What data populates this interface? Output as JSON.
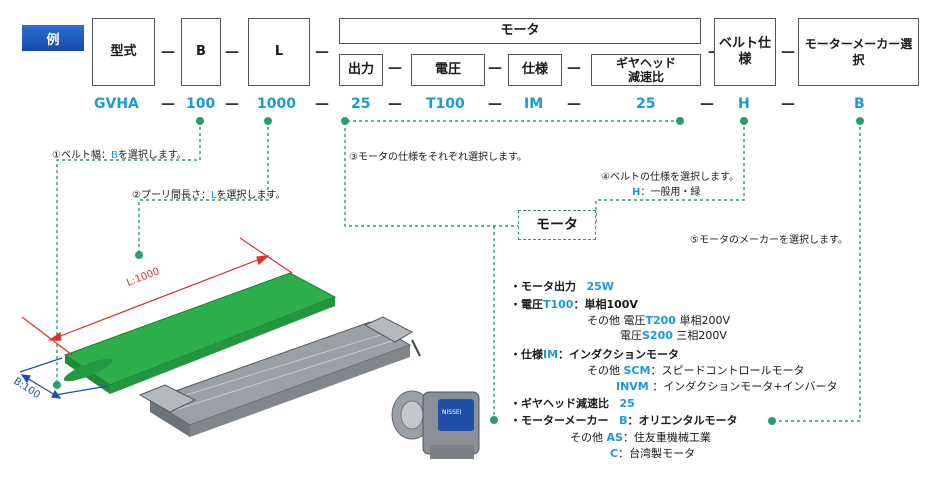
{
  "badge": "例",
  "header_boxes": {
    "model": "型式",
    "b": "B",
    "l": "L",
    "motor_group": "モータ",
    "output": "出力",
    "voltage": "電圧",
    "spec": "仕様",
    "gear_line1": "ギヤヘッド",
    "gear_line2": "減速比",
    "belt_line1": "ベルト仕",
    "belt_line2": "様",
    "maker": "モーターメーカー選択"
  },
  "dash": "—",
  "code": {
    "model": "GVHA",
    "b": "100",
    "l": "1000",
    "output": "25",
    "voltage": "T100",
    "spec": "IM",
    "gear": "25",
    "belt": "H",
    "maker": "B"
  },
  "notes": {
    "n1_prefix": "①ベルト幅：",
    "n1_code": "B",
    "n1_suffix": "を選択します。",
    "n2_prefix": "②プーリ間長さ：",
    "n2_code": "L",
    "n2_suffix": "を選択します。",
    "n3": "③モータの仕様をそれぞれ選択します。",
    "n4": "④ベルトの仕様を選択します。",
    "n4_sub_code": "H",
    "n4_sub_text": "：一般用・緑",
    "n5": "⑤モータのメーカーを選択します。",
    "motor_label": "モータ"
  },
  "dimensions": {
    "length_label": "L:1000",
    "width_label": "B:100"
  },
  "motor_logo": "NISSEI",
  "specs": {
    "s1_label": "・モータ出力",
    "s1_value": "25W",
    "s2_label": "・電圧",
    "s2_code": "T100",
    "s2_text": "：単相100V",
    "s2_other1_prefix": "その他 電圧",
    "s2_other1_code": "T200",
    "s2_other1_text": " 単相200V",
    "s2_other2_prefix": "電圧",
    "s2_other2_code": "S200",
    "s2_other2_text": " 三相200V",
    "s3_label": "・仕様",
    "s3_code": "IM",
    "s3_text": "：インダクションモータ",
    "s3_other1_prefix": "その他",
    "s3_other1_code": "SCM",
    "s3_other1_text": "：スピードコントロールモータ",
    "s3_other2_code": "INVM",
    "s3_other2_text": "：インダクションモータ+インバータ",
    "s4_label": "・ギヤヘッド減速比",
    "s4_value": "25",
    "s5_label": "・モーターメーカー",
    "s5_code": "B",
    "s5_text": "：オリエンタルモータ",
    "s5_other1_prefix": "その他",
    "s5_other1_code": "AS",
    "s5_other1_text": "：住友重機械工業",
    "s5_other2_code": "C",
    "s5_other2_text": "：台湾製モータ"
  },
  "colors": {
    "accent_blue": "#1a9ad6",
    "leader_green": "#2e9d6a",
    "belt_green": "#2db04b",
    "dimension_red": "#e0302a",
    "badge_blue": "#1f5cc4"
  }
}
